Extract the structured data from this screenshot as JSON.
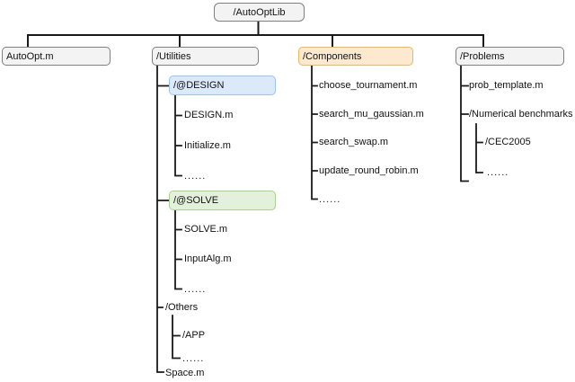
{
  "colors": {
    "line": "#1a1a1a",
    "gray_fill": "#f3f3f3",
    "gray_border": "#7f7f7f",
    "blue_fill": "#dbe9f8",
    "blue_border": "#9dc3e6",
    "green_fill": "#e3f0db",
    "green_border": "#a9d18e",
    "orange_fill": "#fde9d0",
    "orange_border": "#f1b655"
  },
  "tree": {
    "root": "/AutoOptLib",
    "autoopt": "AutoOpt.m",
    "utilities": {
      "label": "/Utilities",
      "design": {
        "label": "/@DESIGN",
        "children": [
          "DESIGN.m",
          "Initialize.m",
          "......"
        ]
      },
      "solve": {
        "label": "/@SOLVE",
        "children": [
          "SOLVE.m",
          "InputAlg.m",
          "......"
        ]
      },
      "others": {
        "label": "/Others",
        "children": [
          "/APP",
          "......"
        ]
      },
      "space": "Space.m"
    },
    "components": {
      "label": "/Components",
      "children": [
        "choose_tournament.m",
        "search_mu_gaussian.m",
        "search_swap.m",
        "update_round_robin.m",
        "......"
      ]
    },
    "problems": {
      "label": "/Problems",
      "children": [
        "prob_template.m"
      ],
      "numerical": {
        "label": "/Numerical benchmarks",
        "children": [
          "/CEC2005",
          "......"
        ]
      }
    }
  }
}
